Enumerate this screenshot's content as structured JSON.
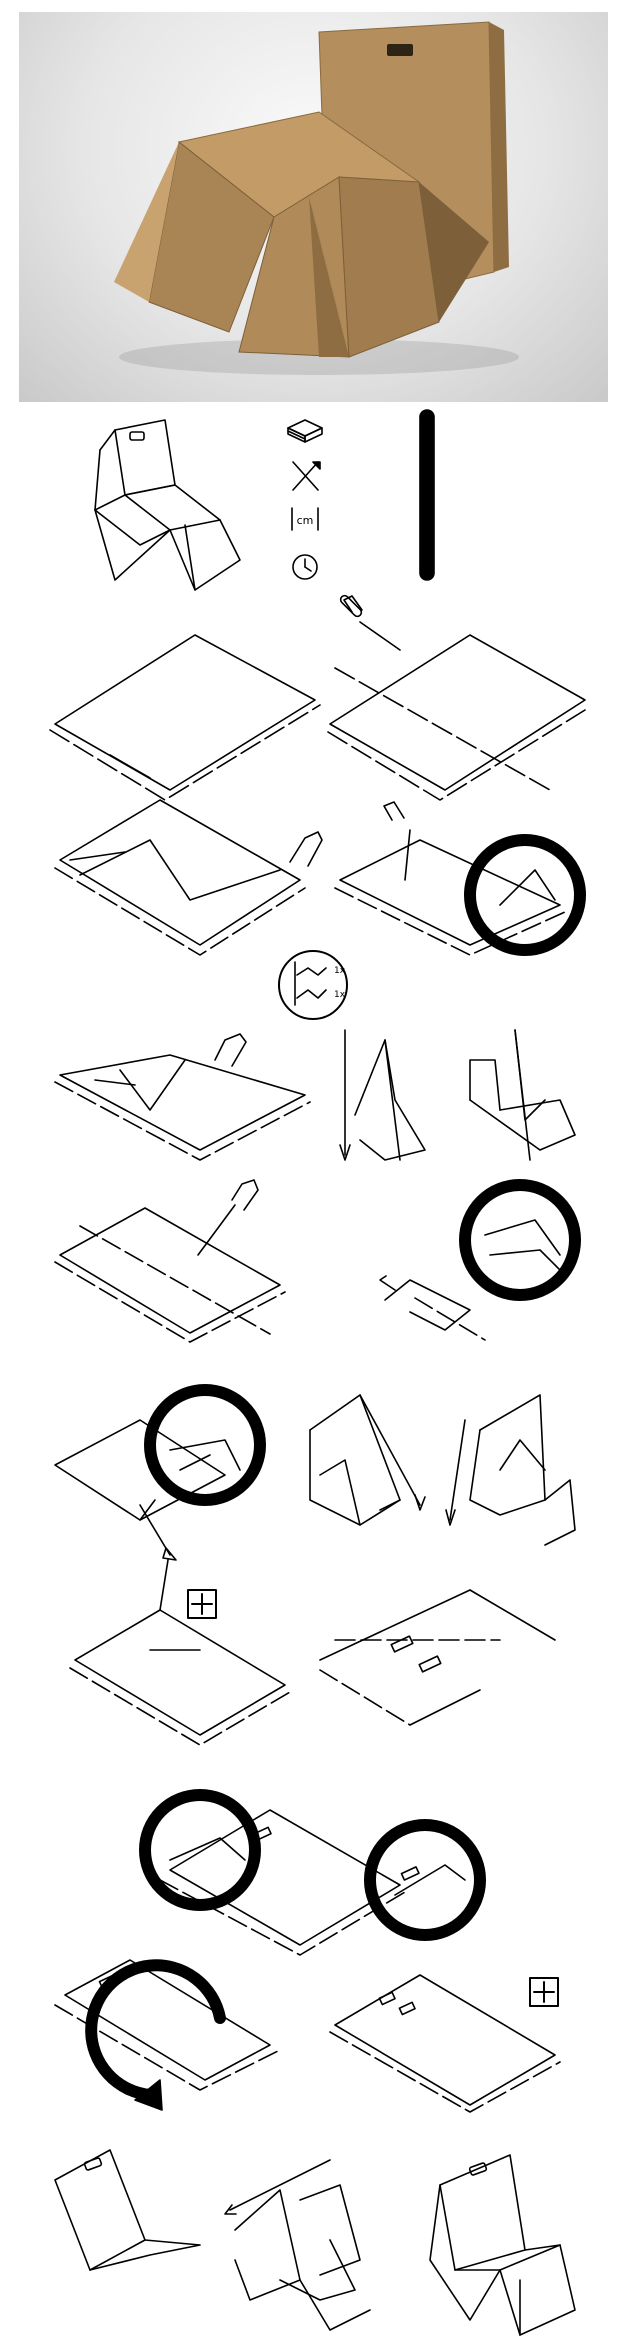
{
  "materials": {
    "cardboard_icon": "cardboard-sheet-icon",
    "tools_icon": "cutter-and-pencil-icon",
    "measure_icon": "measure-icon",
    "measure_label": "cm",
    "time_icon": "clock-icon",
    "glue_label": "glue-stick-icon"
  },
  "repeat_badge": {
    "label_top": "1x",
    "label_bottom": "1x"
  },
  "fold_mark_icon": "fold-mark-icon"
}
